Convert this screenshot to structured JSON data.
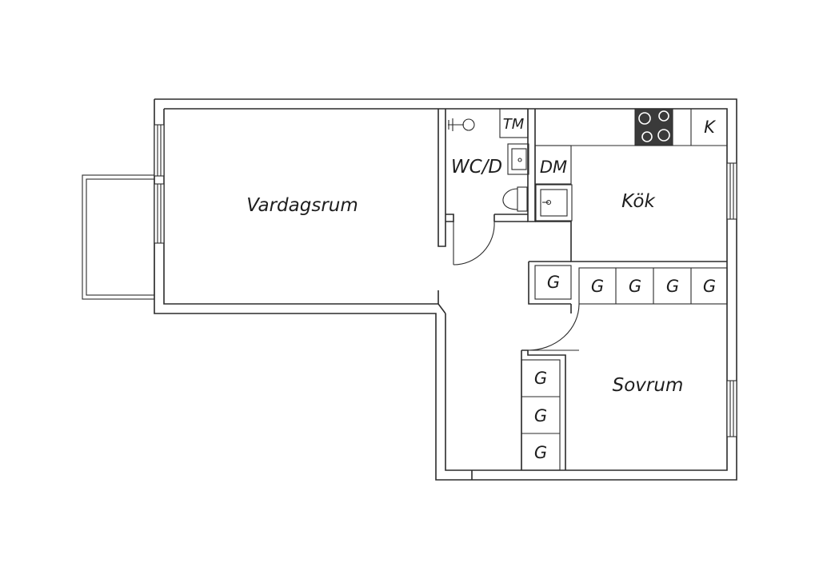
{
  "rooms": {
    "living": "Vardagsrum",
    "kitchen": "Kök",
    "bedroom": "Sovrum",
    "wc": "WC/D"
  },
  "fixtures": {
    "tm": "TM",
    "dm": "DM",
    "k": "K",
    "g": "G"
  },
  "colors": {
    "line": "#2b2b2b",
    "stove": "#3a3a3a",
    "background": "#ffffff"
  }
}
